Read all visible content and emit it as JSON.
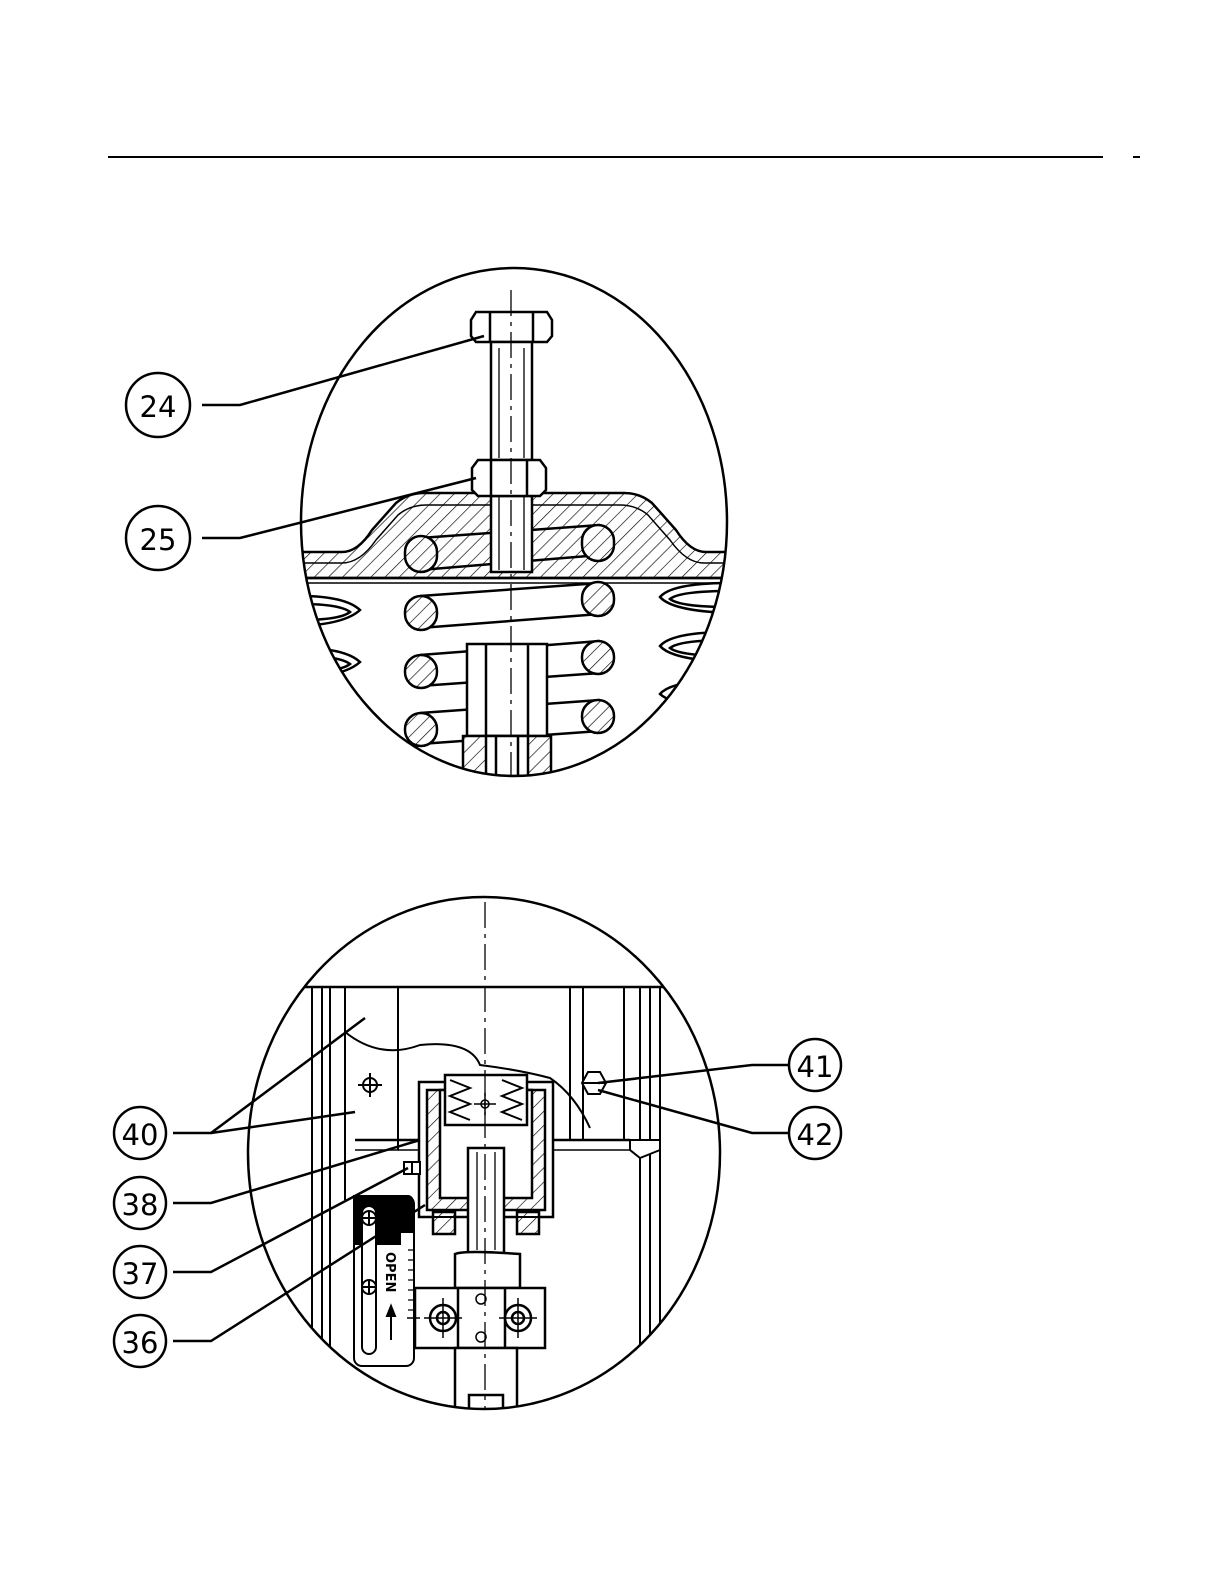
{
  "page": {
    "background": "#ffffff",
    "ink": "#000000"
  },
  "detail_top": {
    "callouts": [
      {
        "id": "24",
        "label": "24"
      },
      {
        "id": "25",
        "label": "25"
      }
    ]
  },
  "detail_bottom": {
    "callouts": [
      {
        "id": "40",
        "label": "40"
      },
      {
        "id": "38",
        "label": "38"
      },
      {
        "id": "37",
        "label": "37"
      },
      {
        "id": "36",
        "label": "36"
      },
      {
        "id": "41",
        "label": "41"
      },
      {
        "id": "42",
        "label": "42"
      }
    ],
    "scale_label": "OPEN"
  }
}
